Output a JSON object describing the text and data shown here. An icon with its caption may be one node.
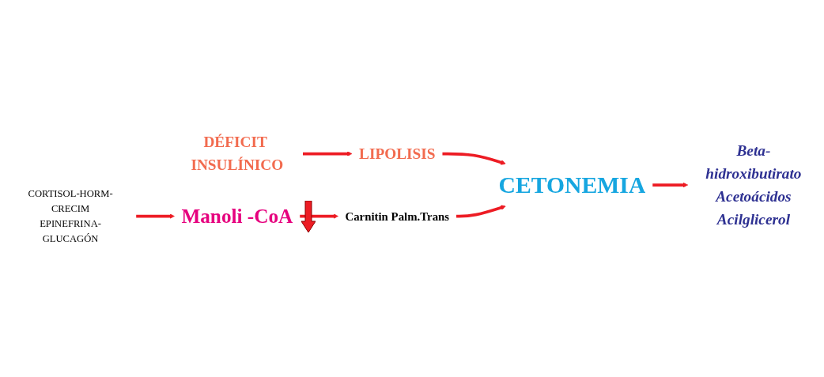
{
  "diagram": {
    "nodes": [
      {
        "text": [
          "DÉFICIT INSULÍNICO"
        ]
      },
      {
        "text": [
          "LIPOLISIS"
        ]
      },
      {
        "text": [
          "CETONEMIA"
        ]
      },
      {
        "text": [
          "Beta-hidroxibutirato",
          "Acetoácidos",
          "Acilglicerol"
        ]
      },
      {
        "text": [
          "Carnitin Palm.Trans"
        ]
      },
      {
        "text": [
          "Manoli -CoA"
        ]
      },
      {
        "text": [
          "CORTISOL-HORM-CRECIM",
          "EPINEFRINA-GLUCAGÓN"
        ]
      }
    ],
    "edges": [
      {
        "from": 0,
        "to": 1,
        "arrow": "to"
      },
      {
        "from": 1,
        "to": 2,
        "arrow": "to"
      },
      {
        "from": 2,
        "to": 3,
        "arrow": "to"
      },
      {
        "from": 6,
        "to": 5,
        "arrow": "to"
      },
      {
        "from": 5,
        "to": 4,
        "arrow": "to"
      },
      {
        "from": 4,
        "to": 2,
        "arrow": "to"
      }
    ]
  }
}
